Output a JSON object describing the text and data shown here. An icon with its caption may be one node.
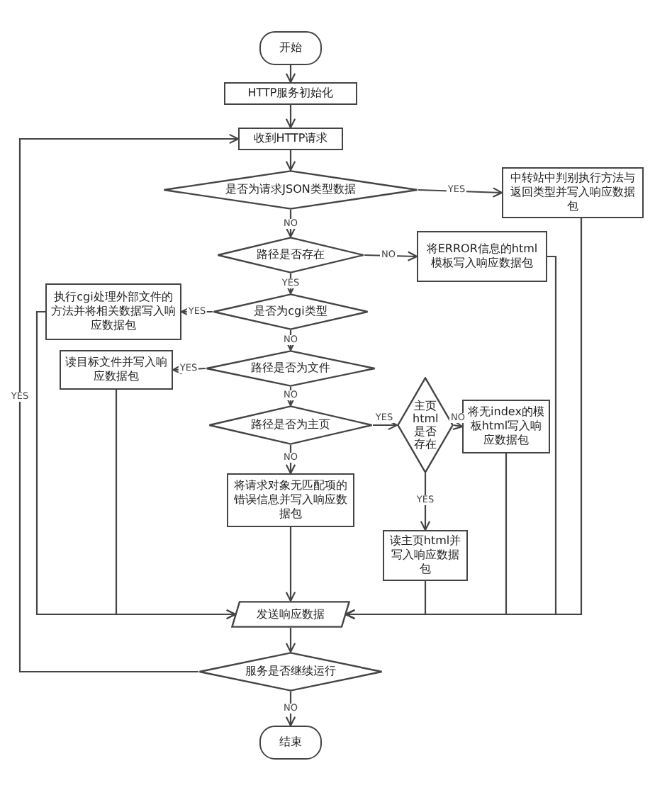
{
  "diagram": {
    "nodes": [
      {
        "text": [
          "开始"
        ]
      },
      {
        "text": [
          "HTTP服务初始化"
        ]
      },
      {
        "text": [
          "收到HTTP请求"
        ]
      },
      {
        "text": [
          "是否为请求JSON类型数据"
        ]
      },
      {
        "text": [
          "中转站中判别执行方法与返回类型并写入响应数据包"
        ]
      },
      {
        "text": [
          "路径是否存在"
        ]
      },
      {
        "text": [
          "将ERROR信息的html模板写入响应数据包"
        ]
      },
      {
        "text": [
          "是否为cgi类型"
        ]
      },
      {
        "text": [
          "执行cgi处理外部文件的方法并将相关数据写入响应数据包"
        ]
      },
      {
        "text": [
          "路径是否为文件"
        ]
      },
      {
        "text": [
          "读目标文件并写入响应数据包"
        ]
      },
      {
        "text": [
          "路径是否为主页"
        ]
      },
      {
        "text": [
          "主页html是否存在"
        ]
      },
      {
        "text": [
          "将无index的模板html写入响应数据包"
        ]
      },
      {
        "text": [
          "将请求对象无匹配项的错误信息并写入响应数据包"
        ]
      },
      {
        "text": [
          "读主页html并写入响应数据包"
        ]
      },
      {
        "text": [
          "发送响应数据"
        ]
      },
      {
        "text": [
          "服务是否继续运行"
        ]
      },
      {
        "text": [
          "结束"
        ]
      }
    ],
    "edges": [
      {
        "from": 0,
        "to": 1,
        "arrow": "to"
      },
      {
        "from": 1,
        "to": 2,
        "arrow": "to"
      },
      {
        "from": 2,
        "to": 3,
        "arrow": "to"
      },
      {
        "from": 3,
        "to": 4,
        "arrow": "to",
        "label": "YES"
      },
      {
        "from": 3,
        "to": 5,
        "arrow": "to",
        "label": "NO"
      },
      {
        "from": 5,
        "to": 6,
        "arrow": "to",
        "label": "NO"
      },
      {
        "from": 5,
        "to": 7,
        "arrow": "to",
        "label": "YES"
      },
      {
        "from": 7,
        "to": 8,
        "arrow": "to",
        "label": "YES"
      },
      {
        "from": 7,
        "to": 9,
        "arrow": "to",
        "label": "NO"
      },
      {
        "from": 9,
        "to": 10,
        "arrow": "to",
        "label": "YES"
      },
      {
        "from": 9,
        "to": 11,
        "arrow": "to",
        "label": "NO"
      },
      {
        "from": 11,
        "to": 12,
        "arrow": "to",
        "label": "YES"
      },
      {
        "from": 12,
        "to": 13,
        "arrow": "to",
        "label": "NO"
      },
      {
        "from": 12,
        "to": 15,
        "arrow": "to",
        "label": "YES"
      },
      {
        "from": 11,
        "to": 14,
        "arrow": "to",
        "label": "NO"
      },
      {
        "from": 14,
        "to": 16,
        "arrow": "to"
      },
      {
        "from": 8,
        "to": 16,
        "arrow": "to"
      },
      {
        "from": 10,
        "to": 16,
        "arrow": "to"
      },
      {
        "from": 15,
        "to": 16,
        "arrow": "to"
      },
      {
        "from": 13,
        "to": 16,
        "arrow": "to"
      },
      {
        "from": 6,
        "to": 16,
        "arrow": "to"
      },
      {
        "from": 4,
        "to": 16,
        "arrow": "to"
      },
      {
        "from": 16,
        "to": 17,
        "arrow": "to"
      },
      {
        "from": 17,
        "to": 2,
        "arrow": "to",
        "label": "YES"
      },
      {
        "from": 17,
        "to": 18,
        "arrow": "to",
        "label": "NO"
      }
    ]
  }
}
